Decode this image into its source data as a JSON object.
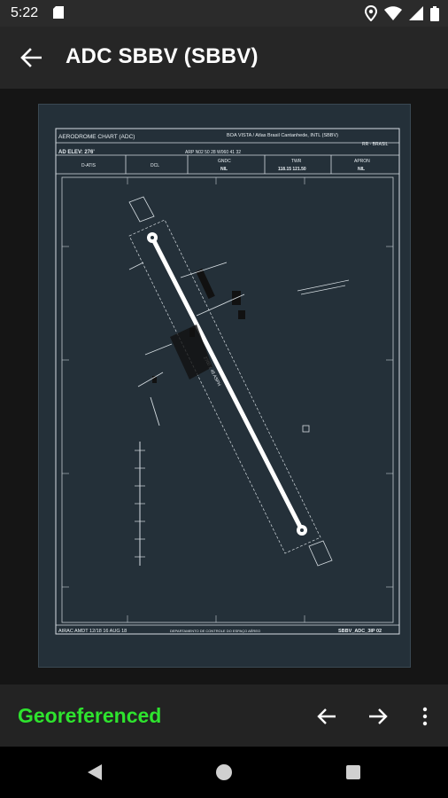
{
  "status_bar": {
    "time": "5:22",
    "icons": [
      "sd-card-icon",
      "location-icon",
      "wifi-icon",
      "signal-icon",
      "battery-icon"
    ]
  },
  "app_bar": {
    "back_icon": "arrow-left-icon",
    "title": "ADC SBBV (SBBV)"
  },
  "chart": {
    "header_left": "AERODROME CHART (ADC)",
    "header_right": "BOA VISTA / Atlas Brasil Cantanhede, INTL (SBBV)",
    "region": "RR - BRASIL",
    "ad_elev": "AD ELEV: 276'",
    "arp": "ARP N02 50 28 W060 41 32",
    "freq_cells": [
      {
        "label": "D-ATIS",
        "value": ""
      },
      {
        "label": "DCL",
        "value": ""
      },
      {
        "label": "GNDC",
        "value": "NIL"
      },
      {
        "label": "TWR",
        "value": "118.15 121.50"
      },
      {
        "label": "APRON",
        "value": "NIL"
      }
    ],
    "footer_left": "AIRAC AMDT 12/18 16 AUG 18",
    "footer_center": "DEPARTAMENTO DE CONTROLE DO ESPAÇO AÉREO",
    "footer_right": "SBBV_ADC_3IP 02",
    "runway_label": "2700 x 45 ASPH"
  },
  "bottom_bar": {
    "status_text": "Georeferenced",
    "status_color": "#2ee32e",
    "prev_icon": "arrow-left-icon",
    "next_icon": "arrow-right-icon",
    "more_icon": "more-vertical-icon"
  },
  "system_nav": {
    "back_icon": "triangle-back-icon",
    "home_icon": "circle-home-icon",
    "recents_icon": "square-recents-icon"
  }
}
